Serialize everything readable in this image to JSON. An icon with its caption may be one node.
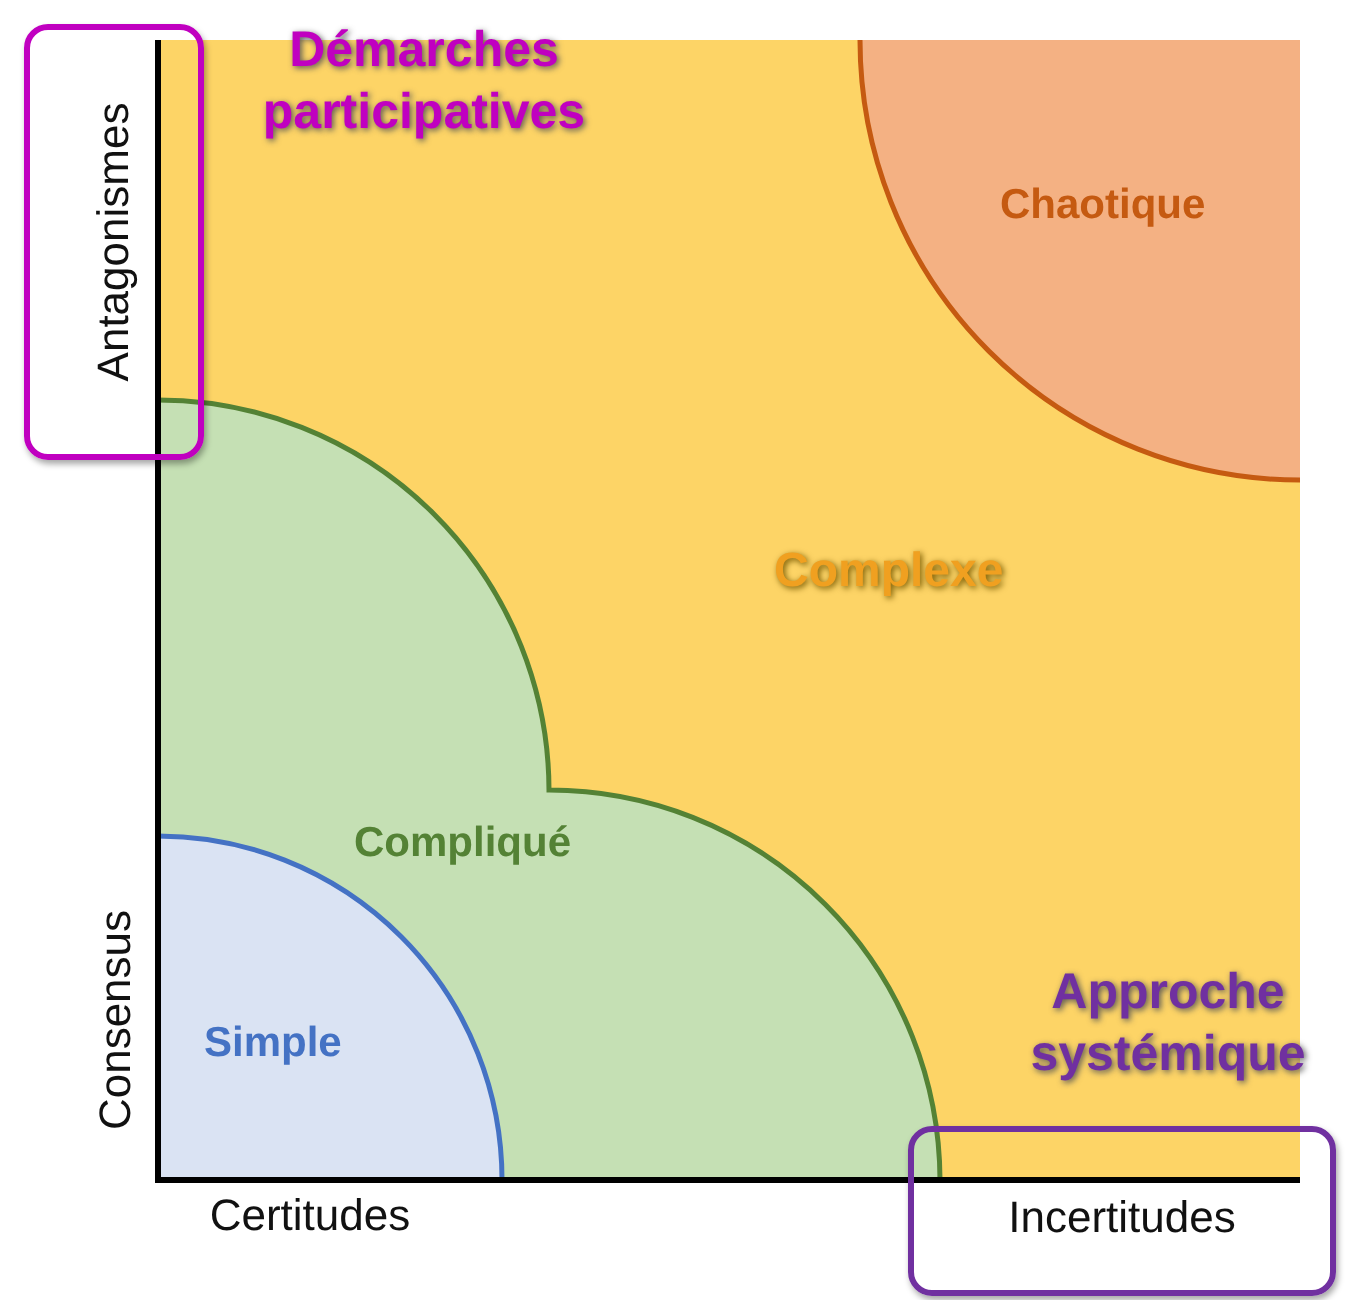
{
  "diagram": {
    "nodes": [
      {
        "text": [
          "Complexe"
        ]
      },
      {
        "text": [
          "Chaotique"
        ],
        "in": 0
      },
      {
        "text": [
          "Compliqué"
        ],
        "in": 0
      },
      {
        "text": [
          "Simple"
        ],
        "in": 2
      },
      {
        "text": [
          "Antagonismes"
        ]
      },
      {
        "text": [
          "Incertitudes"
        ]
      }
    ],
    "edges": [],
    "labels": [
      "Démarches participatives",
      "Consensus",
      "Approche systémique",
      "Certitudes"
    ]
  }
}
